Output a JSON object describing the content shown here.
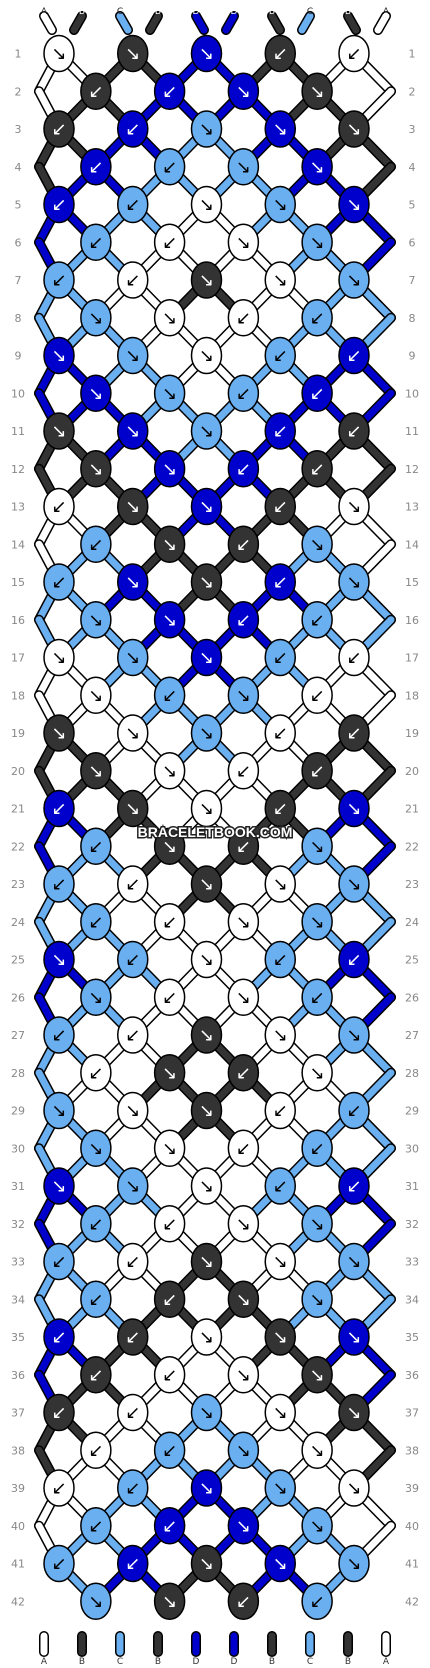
{
  "colors": {
    "A": "#ffffff",
    "B": "#333333",
    "C": "#6aaff0",
    "D": "#0000cc",
    "thread_outline": "#000000",
    "row_number_text": "#888888",
    "watermark_fill": "#ffffff",
    "watermark_stroke": "#222222"
  },
  "watermark": "BRACELETBOOK.COM",
  "strand_letters": [
    "A",
    "B",
    "C",
    "B",
    "D",
    "D",
    "B",
    "C",
    "B",
    "A"
  ],
  "row_numbers": [
    "1",
    "2",
    "3",
    "4",
    "5",
    "6",
    "7",
    "8",
    "9",
    "10",
    "11",
    "12",
    "13",
    "14",
    "15",
    "16",
    "17",
    "18",
    "19",
    "20",
    "21",
    "22",
    "23",
    "24",
    "25",
    "26",
    "27",
    "28",
    "29",
    "30",
    "31",
    "32",
    "33",
    "34",
    "35",
    "36",
    "37",
    "38",
    "39",
    "40",
    "41",
    "42"
  ],
  "knots": [
    {
      "row": 1,
      "col": 0,
      "color": "A",
      "dir": "↘"
    },
    {
      "row": 1,
      "col": 2,
      "color": "B",
      "dir": "↘"
    },
    {
      "row": 1,
      "col": 4,
      "color": "D",
      "dir": "↘"
    },
    {
      "row": 1,
      "col": 6,
      "color": "B",
      "dir": "↙"
    },
    {
      "row": 1,
      "col": 8,
      "color": "A",
      "dir": "↙"
    },
    {
      "row": 2,
      "col": 1,
      "color": "B",
      "dir": "↙"
    },
    {
      "row": 2,
      "col": 3,
      "color": "D",
      "dir": "↙"
    },
    {
      "row": 2,
      "col": 5,
      "color": "D",
      "dir": "↘"
    },
    {
      "row": 2,
      "col": 7,
      "color": "B",
      "dir": "↘"
    },
    {
      "row": 3,
      "col": 0,
      "color": "B",
      "dir": "↙"
    },
    {
      "row": 3,
      "col": 2,
      "color": "D",
      "dir": "↙"
    },
    {
      "row": 3,
      "col": 4,
      "color": "C",
      "dir": "↘"
    },
    {
      "row": 3,
      "col": 6,
      "color": "D",
      "dir": "↘"
    },
    {
      "row": 3,
      "col": 8,
      "color": "B",
      "dir": "↘"
    },
    {
      "row": 4,
      "col": 1,
      "color": "D",
      "dir": "↙"
    },
    {
      "row": 4,
      "col": 3,
      "color": "C",
      "dir": "↙"
    },
    {
      "row": 4,
      "col": 5,
      "color": "C",
      "dir": "↘"
    },
    {
      "row": 4,
      "col": 7,
      "color": "D",
      "dir": "↘"
    },
    {
      "row": 5,
      "col": 0,
      "color": "D",
      "dir": "↙"
    },
    {
      "row": 5,
      "col": 2,
      "color": "C",
      "dir": "↙"
    },
    {
      "row": 5,
      "col": 4,
      "color": "A",
      "dir": "↘"
    },
    {
      "row": 5,
      "col": 6,
      "color": "C",
      "dir": "↘"
    },
    {
      "row": 5,
      "col": 8,
      "color": "D",
      "dir": "↘"
    },
    {
      "row": 6,
      "col": 1,
      "color": "C",
      "dir": "↙"
    },
    {
      "row": 6,
      "col": 3,
      "color": "A",
      "dir": "↙"
    },
    {
      "row": 6,
      "col": 5,
      "color": "A",
      "dir": "↘"
    },
    {
      "row": 6,
      "col": 7,
      "color": "C",
      "dir": "↘"
    },
    {
      "row": 7,
      "col": 0,
      "color": "C",
      "dir": "↙"
    },
    {
      "row": 7,
      "col": 2,
      "color": "A",
      "dir": "↙"
    },
    {
      "row": 7,
      "col": 4,
      "color": "B",
      "dir": "↘"
    },
    {
      "row": 7,
      "col": 6,
      "color": "A",
      "dir": "↘"
    },
    {
      "row": 7,
      "col": 8,
      "color": "C",
      "dir": "↘"
    },
    {
      "row": 8,
      "col": 1,
      "color": "C",
      "dir": "↘"
    },
    {
      "row": 8,
      "col": 3,
      "color": "A",
      "dir": "↘"
    },
    {
      "row": 8,
      "col": 5,
      "color": "A",
      "dir": "↙"
    },
    {
      "row": 8,
      "col": 7,
      "color": "C",
      "dir": "↙"
    },
    {
      "row": 9,
      "col": 0,
      "color": "D",
      "dir": "↘"
    },
    {
      "row": 9,
      "col": 2,
      "color": "C",
      "dir": "↘"
    },
    {
      "row": 9,
      "col": 4,
      "color": "A",
      "dir": "↘"
    },
    {
      "row": 9,
      "col": 6,
      "color": "C",
      "dir": "↙"
    },
    {
      "row": 9,
      "col": 8,
      "color": "D",
      "dir": "↙"
    },
    {
      "row": 10,
      "col": 1,
      "color": "D",
      "dir": "↘"
    },
    {
      "row": 10,
      "col": 3,
      "color": "C",
      "dir": "↘"
    },
    {
      "row": 10,
      "col": 5,
      "color": "C",
      "dir": "↙"
    },
    {
      "row": 10,
      "col": 7,
      "color": "D",
      "dir": "↙"
    },
    {
      "row": 11,
      "col": 0,
      "color": "B",
      "dir": "↘"
    },
    {
      "row": 11,
      "col": 2,
      "color": "D",
      "dir": "↘"
    },
    {
      "row": 11,
      "col": 4,
      "color": "C",
      "dir": "↘"
    },
    {
      "row": 11,
      "col": 6,
      "color": "D",
      "dir": "↙"
    },
    {
      "row": 11,
      "col": 8,
      "color": "B",
      "dir": "↙"
    },
    {
      "row": 12,
      "col": 1,
      "color": "B",
      "dir": "↘"
    },
    {
      "row": 12,
      "col": 3,
      "color": "D",
      "dir": "↘"
    },
    {
      "row": 12,
      "col": 5,
      "color": "D",
      "dir": "↙"
    },
    {
      "row": 12,
      "col": 7,
      "color": "B",
      "dir": "↙"
    },
    {
      "row": 13,
      "col": 0,
      "color": "A",
      "dir": "↙"
    },
    {
      "row": 13,
      "col": 2,
      "color": "B",
      "dir": "↘"
    },
    {
      "row": 13,
      "col": 4,
      "color": "D",
      "dir": "↘"
    },
    {
      "row": 13,
      "col": 6,
      "color": "B",
      "dir": "↙"
    },
    {
      "row": 13,
      "col": 8,
      "color": "A",
      "dir": "↘"
    },
    {
      "row": 14,
      "col": 1,
      "color": "C",
      "dir": "↙"
    },
    {
      "row": 14,
      "col": 3,
      "color": "B",
      "dir": "↘"
    },
    {
      "row": 14,
      "col": 5,
      "color": "B",
      "dir": "↙"
    },
    {
      "row": 14,
      "col": 7,
      "color": "C",
      "dir": "↘"
    },
    {
      "row": 15,
      "col": 0,
      "color": "C",
      "dir": "↙"
    },
    {
      "row": 15,
      "col": 2,
      "color": "D",
      "dir": "↘"
    },
    {
      "row": 15,
      "col": 4,
      "color": "B",
      "dir": "↘"
    },
    {
      "row": 15,
      "col": 6,
      "color": "D",
      "dir": "↙"
    },
    {
      "row": 15,
      "col": 8,
      "color": "C",
      "dir": "↘"
    },
    {
      "row": 16,
      "col": 1,
      "color": "C",
      "dir": "↘"
    },
    {
      "row": 16,
      "col": 3,
      "color": "D",
      "dir": "↘"
    },
    {
      "row": 16,
      "col": 5,
      "color": "D",
      "dir": "↙"
    },
    {
      "row": 16,
      "col": 7,
      "color": "C",
      "dir": "↙"
    },
    {
      "row": 17,
      "col": 0,
      "color": "A",
      "dir": "↘"
    },
    {
      "row": 17,
      "col": 2,
      "color": "C",
      "dir": "↘"
    },
    {
      "row": 17,
      "col": 4,
      "color": "D",
      "dir": "↘"
    },
    {
      "row": 17,
      "col": 6,
      "color": "C",
      "dir": "↙"
    },
    {
      "row": 17,
      "col": 8,
      "color": "A",
      "dir": "↙"
    },
    {
      "row": 18,
      "col": 1,
      "color": "A",
      "dir": "↘"
    },
    {
      "row": 18,
      "col": 3,
      "color": "C",
      "dir": "↙"
    },
    {
      "row": 18,
      "col": 5,
      "color": "C",
      "dir": "↘"
    },
    {
      "row": 18,
      "col": 7,
      "color": "A",
      "dir": "↙"
    },
    {
      "row": 19,
      "col": 0,
      "color": "B",
      "dir": "↘"
    },
    {
      "row": 19,
      "col": 2,
      "color": "A",
      "dir": "↘"
    },
    {
      "row": 19,
      "col": 4,
      "color": "C",
      "dir": "↘"
    },
    {
      "row": 19,
      "col": 6,
      "color": "A",
      "dir": "↙"
    },
    {
      "row": 19,
      "col": 8,
      "color": "B",
      "dir": "↙"
    },
    {
      "row": 20,
      "col": 1,
      "color": "B",
      "dir": "↘"
    },
    {
      "row": 20,
      "col": 3,
      "color": "A",
      "dir": "↘"
    },
    {
      "row": 20,
      "col": 5,
      "color": "A",
      "dir": "↙"
    },
    {
      "row": 20,
      "col": 7,
      "color": "B",
      "dir": "↙"
    },
    {
      "row": 21,
      "col": 0,
      "color": "D",
      "dir": "↙"
    },
    {
      "row": 21,
      "col": 2,
      "color": "B",
      "dir": "↘"
    },
    {
      "row": 21,
      "col": 4,
      "color": "A",
      "dir": "↘"
    },
    {
      "row": 21,
      "col": 6,
      "color": "B",
      "dir": "↙"
    },
    {
      "row": 21,
      "col": 8,
      "color": "D",
      "dir": "↘"
    },
    {
      "row": 22,
      "col": 1,
      "color": "C",
      "dir": "↙"
    },
    {
      "row": 22,
      "col": 3,
      "color": "B",
      "dir": "↘"
    },
    {
      "row": 22,
      "col": 5,
      "color": "B",
      "dir": "↙"
    },
    {
      "row": 22,
      "col": 7,
      "color": "C",
      "dir": "↘"
    },
    {
      "row": 23,
      "col": 0,
      "color": "C",
      "dir": "↙"
    },
    {
      "row": 23,
      "col": 2,
      "color": "A",
      "dir": "↙"
    },
    {
      "row": 23,
      "col": 4,
      "color": "B",
      "dir": "↘"
    },
    {
      "row": 23,
      "col": 6,
      "color": "A",
      "dir": "↘"
    },
    {
      "row": 23,
      "col": 8,
      "color": "C",
      "dir": "↘"
    },
    {
      "row": 24,
      "col": 1,
      "color": "C",
      "dir": "↙"
    },
    {
      "row": 24,
      "col": 3,
      "color": "A",
      "dir": "↙"
    },
    {
      "row": 24,
      "col": 5,
      "color": "A",
      "dir": "↘"
    },
    {
      "row": 24,
      "col": 7,
      "color": "C",
      "dir": "↘"
    },
    {
      "row": 25,
      "col": 0,
      "color": "D",
      "dir": "↘"
    },
    {
      "row": 25,
      "col": 2,
      "color": "C",
      "dir": "↙"
    },
    {
      "row": 25,
      "col": 4,
      "color": "A",
      "dir": "↘"
    },
    {
      "row": 25,
      "col": 6,
      "color": "C",
      "dir": "↙"
    },
    {
      "row": 25,
      "col": 8,
      "color": "D",
      "dir": "↙"
    },
    {
      "row": 26,
      "col": 1,
      "color": "C",
      "dir": "↘"
    },
    {
      "row": 26,
      "col": 3,
      "color": "A",
      "dir": "↙"
    },
    {
      "row": 26,
      "col": 5,
      "color": "A",
      "dir": "↘"
    },
    {
      "row": 26,
      "col": 7,
      "color": "C",
      "dir": "↙"
    },
    {
      "row": 27,
      "col": 0,
      "color": "C",
      "dir": "↙"
    },
    {
      "row": 27,
      "col": 2,
      "color": "A",
      "dir": "↙"
    },
    {
      "row": 27,
      "col": 4,
      "color": "B",
      "dir": "↘"
    },
    {
      "row": 27,
      "col": 6,
      "color": "A",
      "dir": "↘"
    },
    {
      "row": 27,
      "col": 8,
      "color": "C",
      "dir": "↘"
    },
    {
      "row": 28,
      "col": 1,
      "color": "A",
      "dir": "↙"
    },
    {
      "row": 28,
      "col": 3,
      "color": "B",
      "dir": "↘"
    },
    {
      "row": 28,
      "col": 5,
      "color": "B",
      "dir": "↙"
    },
    {
      "row": 28,
      "col": 7,
      "color": "A",
      "dir": "↘"
    },
    {
      "row": 29,
      "col": 0,
      "color": "C",
      "dir": "↘"
    },
    {
      "row": 29,
      "col": 2,
      "color": "A",
      "dir": "↘"
    },
    {
      "row": 29,
      "col": 4,
      "color": "B",
      "dir": "↘"
    },
    {
      "row": 29,
      "col": 6,
      "color": "A",
      "dir": "↙"
    },
    {
      "row": 29,
      "col": 8,
      "color": "C",
      "dir": "↙"
    },
    {
      "row": 30,
      "col": 1,
      "color": "C",
      "dir": "↘"
    },
    {
      "row": 30,
      "col": 3,
      "color": "A",
      "dir": "↘"
    },
    {
      "row": 30,
      "col": 5,
      "color": "A",
      "dir": "↙"
    },
    {
      "row": 30,
      "col": 7,
      "color": "C",
      "dir": "↙"
    },
    {
      "row": 31,
      "col": 0,
      "color": "D",
      "dir": "↘"
    },
    {
      "row": 31,
      "col": 2,
      "color": "C",
      "dir": "↘"
    },
    {
      "row": 31,
      "col": 4,
      "color": "A",
      "dir": "↘"
    },
    {
      "row": 31,
      "col": 6,
      "color": "C",
      "dir": "↙"
    },
    {
      "row": 31,
      "col": 8,
      "color": "D",
      "dir": "↙"
    },
    {
      "row": 32,
      "col": 1,
      "color": "C",
      "dir": "↙"
    },
    {
      "row": 32,
      "col": 3,
      "color": "A",
      "dir": "↙"
    },
    {
      "row": 32,
      "col": 5,
      "color": "A",
      "dir": "↘"
    },
    {
      "row": 32,
      "col": 7,
      "color": "C",
      "dir": "↘"
    },
    {
      "row": 33,
      "col": 0,
      "color": "C",
      "dir": "↙"
    },
    {
      "row": 33,
      "col": 2,
      "color": "A",
      "dir": "↙"
    },
    {
      "row": 33,
      "col": 4,
      "color": "B",
      "dir": "↘"
    },
    {
      "row": 33,
      "col": 6,
      "color": "A",
      "dir": "↘"
    },
    {
      "row": 33,
      "col": 8,
      "color": "C",
      "dir": "↘"
    },
    {
      "row": 34,
      "col": 1,
      "color": "C",
      "dir": "↙"
    },
    {
      "row": 34,
      "col": 3,
      "color": "B",
      "dir": "↙"
    },
    {
      "row": 34,
      "col": 5,
      "color": "B",
      "dir": "↘"
    },
    {
      "row": 34,
      "col": 7,
      "color": "C",
      "dir": "↘"
    },
    {
      "row": 35,
      "col": 0,
      "color": "D",
      "dir": "↙"
    },
    {
      "row": 35,
      "col": 2,
      "color": "B",
      "dir": "↙"
    },
    {
      "row": 35,
      "col": 4,
      "color": "A",
      "dir": "↘"
    },
    {
      "row": 35,
      "col": 6,
      "color": "B",
      "dir": "↘"
    },
    {
      "row": 35,
      "col": 8,
      "color": "D",
      "dir": "↘"
    },
    {
      "row": 36,
      "col": 1,
      "color": "B",
      "dir": "↙"
    },
    {
      "row": 36,
      "col": 3,
      "color": "A",
      "dir": "↙"
    },
    {
      "row": 36,
      "col": 5,
      "color": "A",
      "dir": "↘"
    },
    {
      "row": 36,
      "col": 7,
      "color": "B",
      "dir": "↘"
    },
    {
      "row": 37,
      "col": 0,
      "color": "B",
      "dir": "↙"
    },
    {
      "row": 37,
      "col": 2,
      "color": "A",
      "dir": "↙"
    },
    {
      "row": 37,
      "col": 4,
      "color": "C",
      "dir": "↘"
    },
    {
      "row": 37,
      "col": 6,
      "color": "A",
      "dir": "↘"
    },
    {
      "row": 37,
      "col": 8,
      "color": "B",
      "dir": "↘"
    },
    {
      "row": 38,
      "col": 1,
      "color": "A",
      "dir": "↙"
    },
    {
      "row": 38,
      "col": 3,
      "color": "C",
      "dir": "↙"
    },
    {
      "row": 38,
      "col": 5,
      "color": "C",
      "dir": "↘"
    },
    {
      "row": 38,
      "col": 7,
      "color": "A",
      "dir": "↘"
    },
    {
      "row": 39,
      "col": 0,
      "color": "A",
      "dir": "↙"
    },
    {
      "row": 39,
      "col": 2,
      "color": "C",
      "dir": "↙"
    },
    {
      "row": 39,
      "col": 4,
      "color": "D",
      "dir": "↘"
    },
    {
      "row": 39,
      "col": 6,
      "color": "C",
      "dir": "↘"
    },
    {
      "row": 39,
      "col": 8,
      "color": "A",
      "dir": "↘"
    },
    {
      "row": 40,
      "col": 1,
      "color": "C",
      "dir": "↙"
    },
    {
      "row": 40,
      "col": 3,
      "color": "D",
      "dir": "↙"
    },
    {
      "row": 40,
      "col": 5,
      "color": "D",
      "dir": "↘"
    },
    {
      "row": 40,
      "col": 7,
      "color": "C",
      "dir": "↘"
    },
    {
      "row": 41,
      "col": 0,
      "color": "C",
      "dir": "↙"
    },
    {
      "row": 41,
      "col": 2,
      "color": "D",
      "dir": "↙"
    },
    {
      "row": 41,
      "col": 4,
      "color": "B",
      "dir": "↘"
    },
    {
      "row": 41,
      "col": 6,
      "color": "D",
      "dir": "↘"
    },
    {
      "row": 41,
      "col": 8,
      "color": "C",
      "dir": "↘"
    },
    {
      "row": 42,
      "col": 1,
      "color": "C",
      "dir": "↘"
    },
    {
      "row": 42,
      "col": 3,
      "color": "B",
      "dir": "↘"
    },
    {
      "row": 42,
      "col": 5,
      "color": "B",
      "dir": "↙"
    },
    {
      "row": 42,
      "col": 7,
      "color": "C",
      "dir": "↙"
    }
  ]
}
